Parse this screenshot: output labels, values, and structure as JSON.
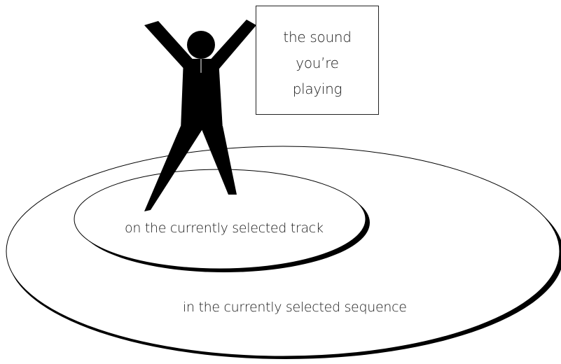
{
  "diagram": {
    "box_label": "the sound\nyou’re\nplaying",
    "inner_ellipse_label": "on the currently selected track",
    "outer_ellipse_label": "in the currently selected sequence"
  }
}
